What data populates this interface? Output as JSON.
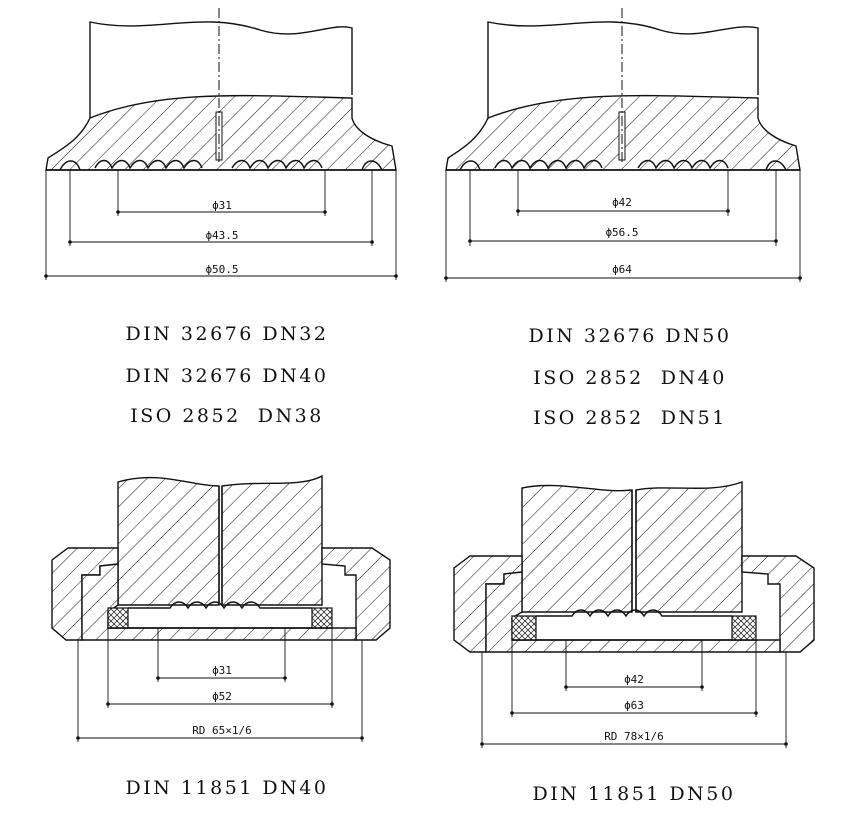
{
  "colors": {
    "ink": "#111111",
    "background": "#ffffff"
  },
  "views": [
    {
      "dims": [
        "ϕ31",
        "ϕ43.5",
        "ϕ50.5"
      ],
      "standards": [
        "DIN 32676 DN32",
        "DIN 32676 DN40",
        "ISO 2852  DN38"
      ]
    },
    {
      "dims": [
        "ϕ42",
        "ϕ56.5",
        "ϕ64"
      ],
      "standards": [
        "DIN 32676 DN50",
        "ISO 2852  DN40",
        "ISO 2852  DN51"
      ]
    },
    {
      "dims": [
        "ϕ31",
        "ϕ52",
        "RD 65×1/6"
      ],
      "standards": [
        "DIN 11851 DN40"
      ]
    },
    {
      "dims": [
        "ϕ42",
        "ϕ63",
        "RD 78×1/6"
      ],
      "standards": [
        "DIN 11851 DN50"
      ]
    }
  ]
}
